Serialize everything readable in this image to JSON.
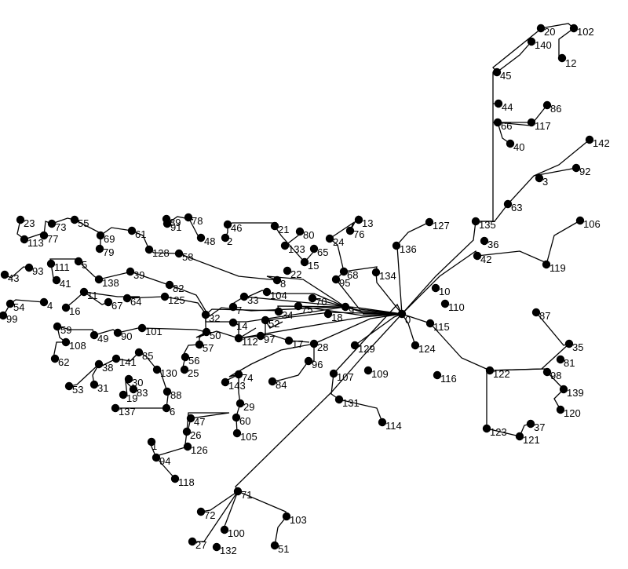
{
  "labels": [
    "0",
    "1",
    "2",
    "3",
    "4",
    "5",
    "6",
    "7",
    "8",
    "9",
    "10",
    "11",
    "12",
    "13",
    "14",
    "15",
    "16",
    "17",
    "18",
    "19",
    "20",
    "21",
    "22",
    "23",
    "24",
    "25",
    "26",
    "27",
    "28",
    "29",
    "30",
    "31",
    "32",
    "33",
    "34",
    "35",
    "36",
    "37",
    "38",
    "39",
    "40",
    "41",
    "42",
    "43",
    "44",
    "45",
    "46",
    "47",
    "48",
    "49",
    "50",
    "51",
    "52",
    "53",
    "54",
    "55",
    "56",
    "57",
    "58",
    "59",
    "60",
    "61",
    "62",
    "63",
    "64",
    "65",
    "66",
    "67",
    "68",
    "69",
    "70",
    "71",
    "72",
    "73",
    "74",
    "75",
    "76",
    "77",
    "78",
    "79",
    "80",
    "81",
    "82",
    "83",
    "84",
    "85",
    "86",
    "87",
    "88",
    "89",
    "90",
    "91",
    "92",
    "93",
    "94",
    "95",
    "96",
    "97",
    "98",
    "99",
    "100",
    "101",
    "102",
    "103",
    "104",
    "105",
    "106",
    "107",
    "108",
    "109",
    "110",
    "111",
    "112",
    "113",
    "114",
    "115",
    "116",
    "117",
    "118",
    "119",
    "120",
    "121",
    "122",
    "123",
    "124",
    "125",
    "126",
    "127",
    "128",
    "129",
    "130",
    "131",
    "132",
    "133",
    "134",
    "135",
    "136",
    "137",
    "138",
    "139",
    "140",
    "141",
    "142",
    "143"
  ]
}
